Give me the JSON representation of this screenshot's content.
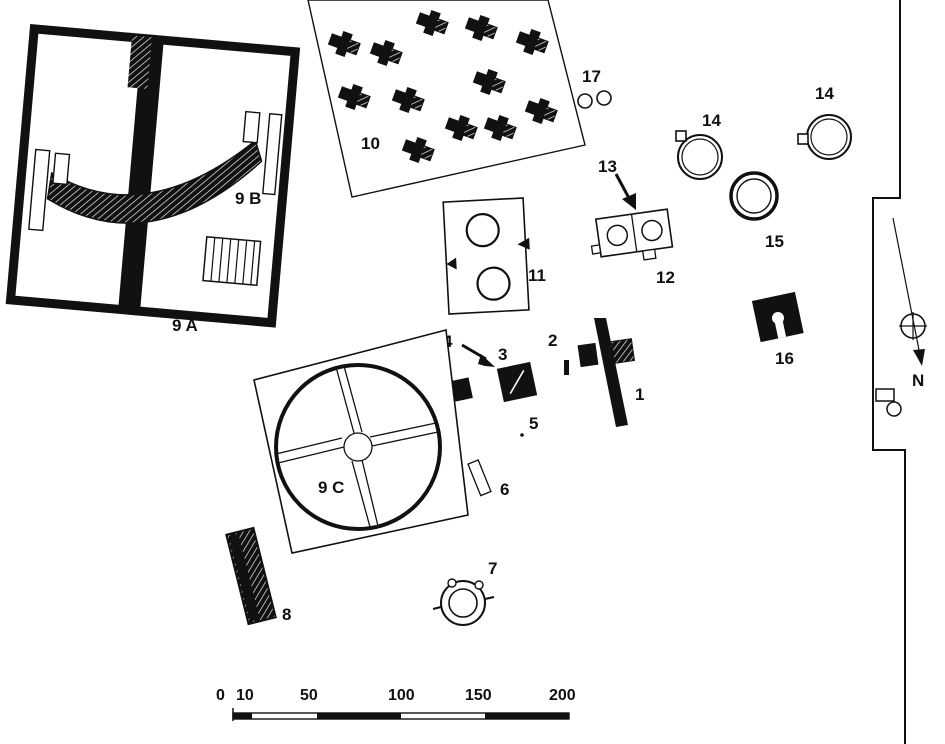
{
  "labels": {
    "l1": "1",
    "l2": "2",
    "l3": "3",
    "l4": "4",
    "l5": "5",
    "l6": "6",
    "l7": "7",
    "l8": "8",
    "l9a": "9 A",
    "l9b": "9 B",
    "l9c": "9 C",
    "l10": "10",
    "l11": "11",
    "l12": "12",
    "l13": "13",
    "l14a": "14",
    "l14b": "14",
    "l15": "15",
    "l16": "16",
    "l17": "17"
  },
  "north": {
    "label": "N"
  },
  "scale_bar": {
    "ticks": [
      "0",
      "10",
      "50",
      "100",
      "150",
      "200"
    ]
  },
  "colors": {
    "ink": "#111111",
    "paper": "#ffffff"
  }
}
